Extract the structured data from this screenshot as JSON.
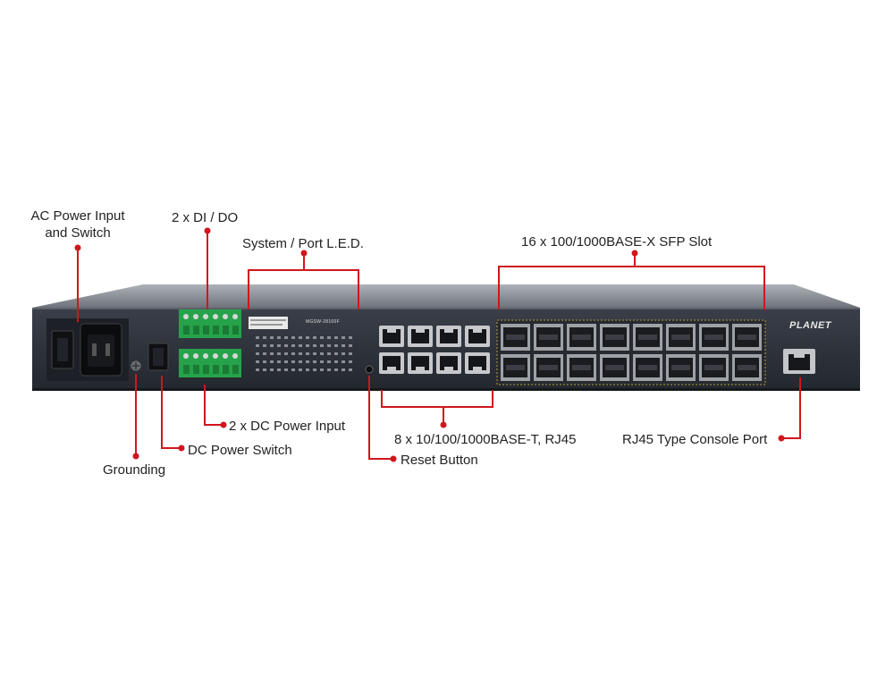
{
  "callouts": {
    "ac_power_line1": "AC Power Input",
    "ac_power_line2": "and Switch",
    "di_do": "2 x DI / DO",
    "led": "System / Port L.E.D.",
    "sfp": "16 x 100/1000BASE-X SFP Slot",
    "dc_power_input": "2 x DC Power Input",
    "dc_power_switch": "DC Power Switch",
    "grounding": "Grounding",
    "rj45_ports": "8 x 10/100/1000BASE-T, RJ45",
    "reset": "Reset Button",
    "console": "RJ45 Type Console Port"
  },
  "device": {
    "brand": "PLANET",
    "model": "MGSW-28160F"
  },
  "colors": {
    "callout_line": "#d0161c",
    "chassis": "#2b2f38",
    "terminal_block": "#26a34a"
  },
  "icons": {
    "brand_logo": "planet-logo-icon"
  }
}
